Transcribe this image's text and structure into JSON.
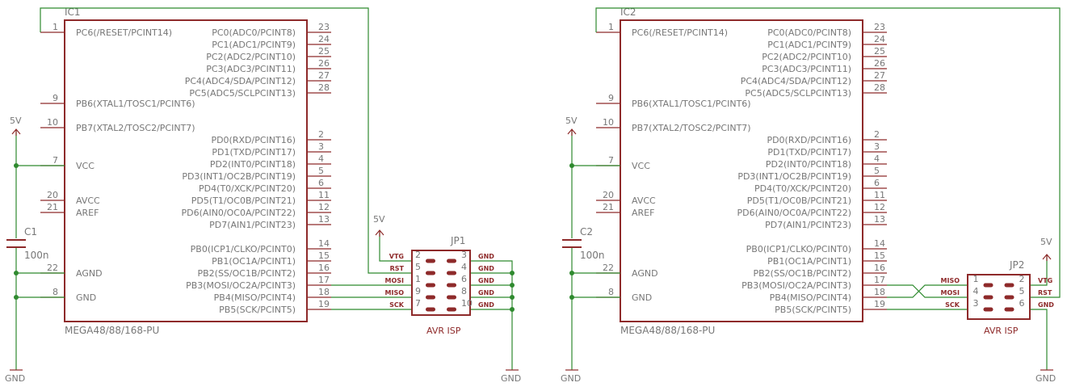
{
  "colors": {
    "part": "#8e2a2a",
    "wire": "#2f8a2f",
    "text": "#777777",
    "background": "#ffffff"
  },
  "ic_pins_left": [
    {
      "num": "1",
      "name": "PC6(/RESET/PCINT14)"
    },
    {
      "num": "9",
      "name": "PB6(XTAL1/TOSC1/PCINT6)"
    },
    {
      "num": "10",
      "name": "PB7(XTAL2/TOSC2/PCINT7)"
    },
    {
      "num": "7",
      "name": "VCC"
    },
    {
      "num": "20",
      "name": "AVCC"
    },
    {
      "num": "21",
      "name": "AREF"
    },
    {
      "num": "22",
      "name": "AGND"
    },
    {
      "num": "8",
      "name": "GND"
    }
  ],
  "ic_pins_right": [
    {
      "num": "23",
      "name": "PC0(ADC0/PCINT8)"
    },
    {
      "num": "24",
      "name": "PC1(ADC1/PCINT9)"
    },
    {
      "num": "25",
      "name": "PC2(ADC2/PCINT10)"
    },
    {
      "num": "26",
      "name": "PC3(ADC3/PCINT11)"
    },
    {
      "num": "27",
      "name": "PC4(ADC4/SDA/PCINT12)"
    },
    {
      "num": "28",
      "name": "PC5(ADC5/SCLPCINT13)"
    },
    {
      "num": "2",
      "name": "PD0(RXD/PCINT16)"
    },
    {
      "num": "3",
      "name": "PD1(TXD/PCINT17)"
    },
    {
      "num": "4",
      "name": "PD2(INT0/PCINT18)"
    },
    {
      "num": "5",
      "name": "PD3(INT1/OC2B/PCINT19)"
    },
    {
      "num": "6",
      "name": "PD4(T0/XCK/PCINT20)"
    },
    {
      "num": "11",
      "name": "PD5(T1/OC0B/PCINT21)"
    },
    {
      "num": "12",
      "name": "PD6(AIN0/OC0A/PCINT22)"
    },
    {
      "num": "13",
      "name": "PD7(AIN1/PCINT23)"
    },
    {
      "num": "14",
      "name": "PB0(ICP1/CLKO/PCINT0)"
    },
    {
      "num": "15",
      "name": "PB1(OC1A/PCINT1)"
    },
    {
      "num": "16",
      "name": "PB2(SS/OC1B/PCINT2)"
    },
    {
      "num": "17",
      "name": "PB3(MOSI/OC2A/PCINT3)"
    },
    {
      "num": "18",
      "name": "PB4(MISO/PCINT4)"
    },
    {
      "num": "19",
      "name": "PB5(SCK/PCINT5)"
    }
  ],
  "left_schematic": {
    "ic_name": "IC1",
    "ic_value": "MEGA48/88/168-PU",
    "cap_name": "C1",
    "cap_value": "100n",
    "supply_label": "5V",
    "ground_label": "GND",
    "isp_supply_label": "5V",
    "isp_ground_label": "GND",
    "header_name": "JP1",
    "header_value": "AVR ISP",
    "header_signals_left": [
      "VTG",
      "RST",
      "MOSI",
      "MISO",
      "SCK"
    ],
    "header_signals_right": [
      "GND",
      "GND",
      "GND",
      "GND",
      "GND"
    ],
    "header_pins_left": [
      "2",
      "5",
      "1",
      "9",
      "7"
    ],
    "header_pins_right": [
      "3",
      "4",
      "6",
      "8",
      "10"
    ]
  },
  "right_schematic": {
    "ic_name": "IC2",
    "ic_value": "MEGA48/88/168-PU",
    "cap_name": "C2",
    "cap_value": "100n",
    "supply_label": "5V",
    "ground_label": "GND",
    "isp_supply_label": "5V",
    "isp_ground_label": "GND",
    "header_name": "JP2",
    "header_value": "AVR ISP",
    "header_signals_left": [
      "MISO",
      "MOSI",
      "SCK"
    ],
    "header_signals_right": [
      "VTG",
      "RST",
      "GND"
    ],
    "header_pins_left": [
      "1",
      "4",
      "3"
    ],
    "header_pins_right": [
      "2",
      "5",
      "6"
    ]
  }
}
